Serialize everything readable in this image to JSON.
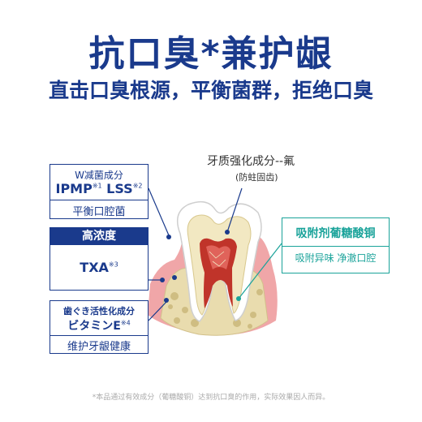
{
  "header": {
    "title": "抗口臭*兼护龈",
    "subtitle": "直击口臭根源，平衡菌群，拒绝口臭"
  },
  "enamel": {
    "label": "牙质强化成分--氟",
    "sub": "(防蛀固齿)"
  },
  "box1": {
    "line1": "W减菌成分",
    "ingredients": "IPMP",
    "ingredients_mark": "※1",
    "ingredients2": " LSS",
    "ingredients2_mark": "※2",
    "benefit": "平衡口腔菌"
  },
  "box2": {
    "band": "高浓度",
    "ingredient": "TXA",
    "ingredient_mark": "※3"
  },
  "box3": {
    "line1": "歯ぐき活性化成分",
    "ingredient": "ビタミンE",
    "ingredient_mark": "※4",
    "benefit": "维护牙龈健康"
  },
  "copper": {
    "title": "吸附剂葡糖酸铜",
    "benefit": "吸附异味 净澈口腔"
  },
  "footnote": "*本品通过有效成分（葡糖酸铜）达到抗口臭的作用，实际效果因人而异。",
  "colors": {
    "navy": "#1a3a8c",
    "teal": "#1aa39a",
    "gum": "#f0a6a8",
    "bone": "#e9dcae",
    "pulp": "#c0342a"
  }
}
